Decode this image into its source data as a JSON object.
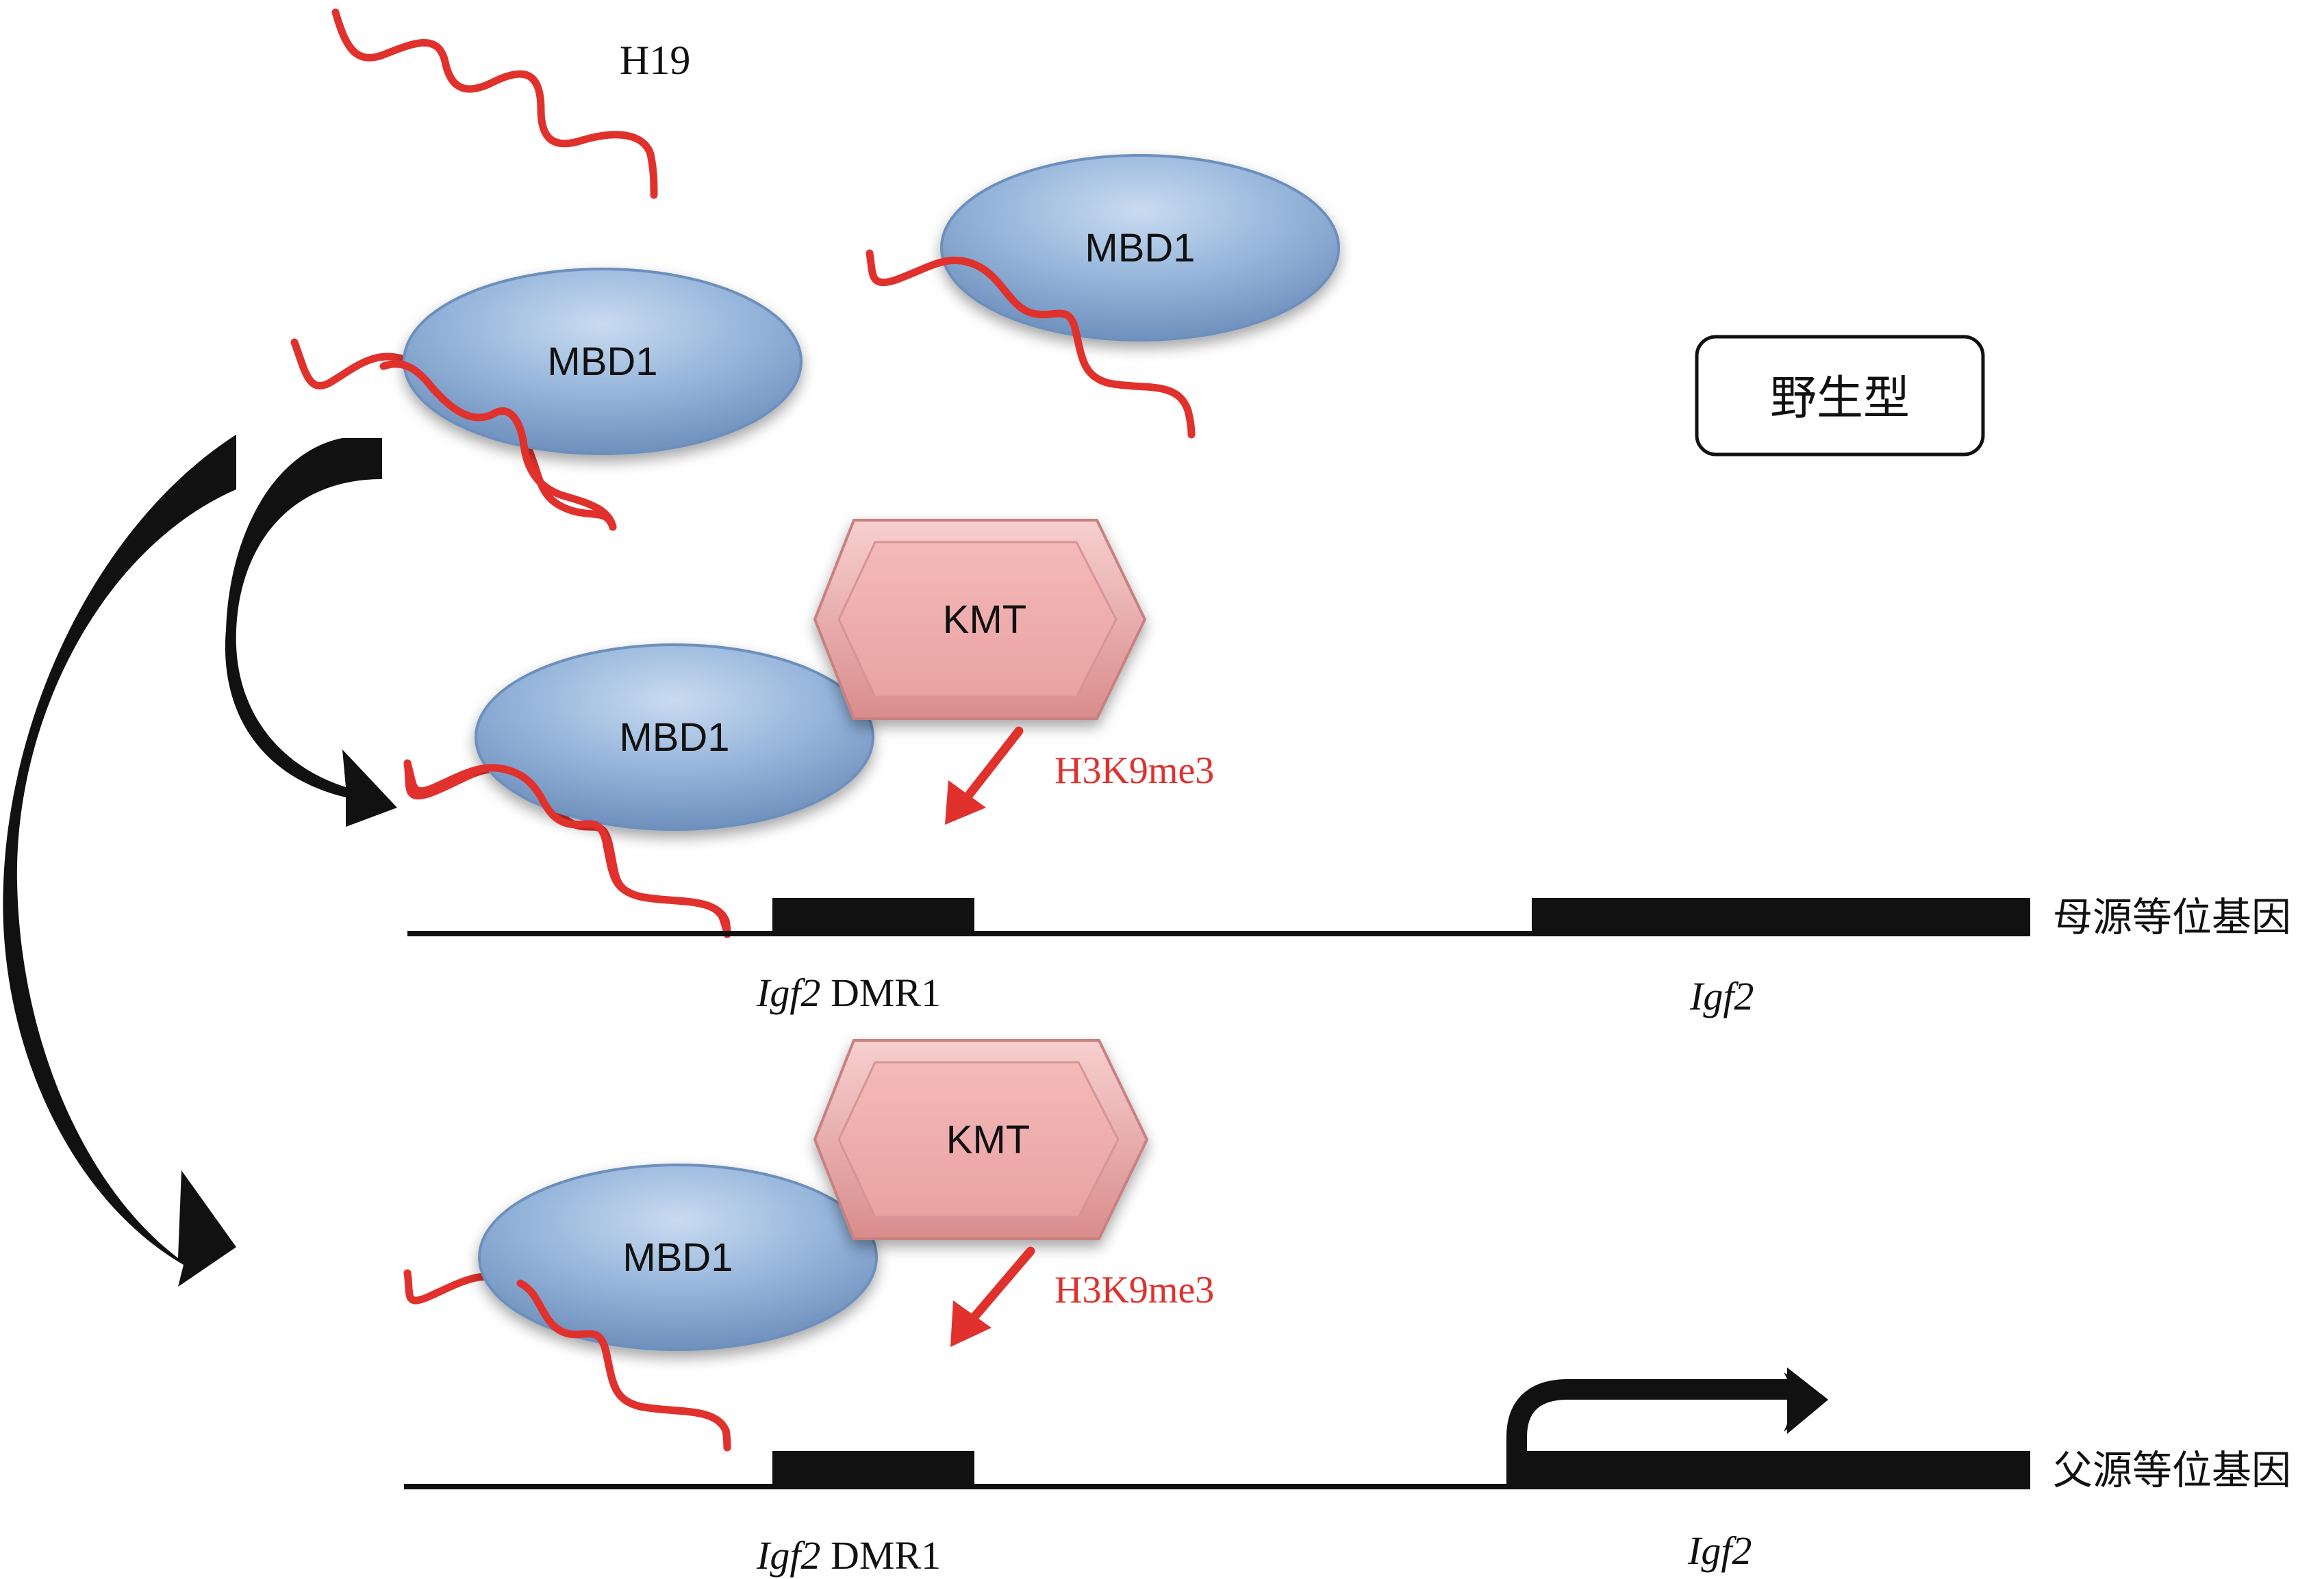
{
  "labels": {
    "h19": "H19",
    "mbd1": "MBD1",
    "kmt": "KMT",
    "h3k9me3": "H3K9me3",
    "wild_type": "野生型",
    "maternal_allele": "母源等位基因",
    "paternal_allele": "父源等位基因",
    "igf2_italic": "Igf2",
    "dmr1": " DMR1"
  },
  "colors": {
    "rna": "#e0312d",
    "ellipse_fill": "#8fb0d8",
    "ellipse_edge": "#6c8fbd",
    "kmt_fill": "#f2b6b6",
    "kmt_edge": "#d58a8a",
    "black": "#111111",
    "label_red": "#e0312d"
  },
  "icons": {
    "rna_strand": "wavy-rna-line-icon",
    "recruit_arrow": "curved-arrow-icon",
    "methylation_arrow": "red-straight-arrow-icon",
    "transcription_arrow": "bent-arrow-icon"
  }
}
